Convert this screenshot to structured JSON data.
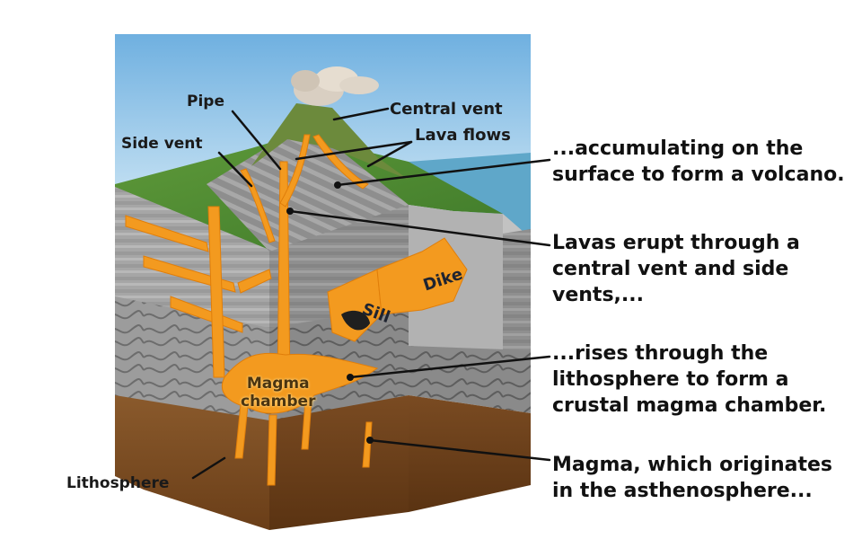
{
  "labels": {
    "pipe": "Pipe",
    "central_vent": "Central vent",
    "side_vent": "Side vent",
    "lava_flows": "Lava flows",
    "dike": "Dike",
    "sill": "Sill",
    "magma_chamber": "Magma\nchamber",
    "lithosphere": "Lithosphere"
  },
  "captions": [
    "...accumulating on the surface to form a volcano.",
    "Lavas erupt through a central vent and side vents,...",
    "...rises through the lithosphere to form a crustal magma chamber.",
    "Magma, which originates in the asthenosphere..."
  ],
  "colors": {
    "magma": "#f39a1f",
    "sky": "#8fc2e6",
    "rock": "#a9a9a9",
    "asthenosphere": "#7a4a22"
  }
}
